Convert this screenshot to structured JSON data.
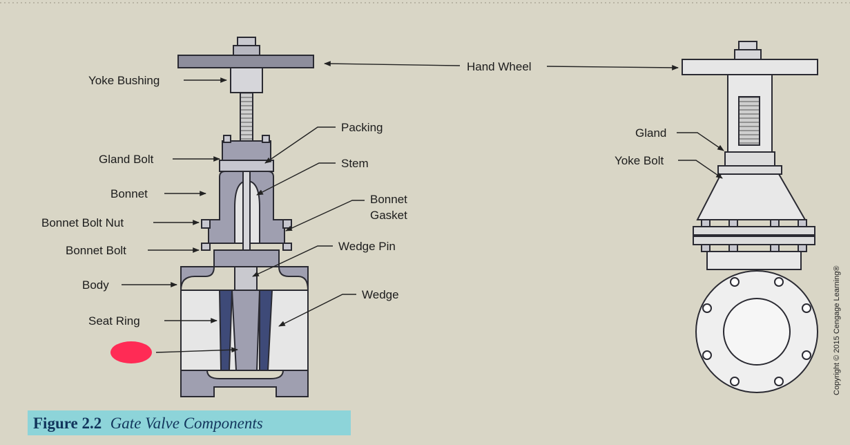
{
  "figure": {
    "number": "Figure 2.2",
    "title": "Gate Valve Components",
    "copyright": "Copyright © 2015 Cengage Learning®"
  },
  "labels": {
    "hand_wheel": "Hand Wheel",
    "yoke_bushing": "Yoke Bushing",
    "packing": "Packing",
    "gland_bolt": "Gland Bolt",
    "stem": "Stem",
    "bonnet": "Bonnet",
    "bonnet_gasket_1": "Bonnet",
    "bonnet_gasket_2": "Gasket",
    "bonnet_bolt_nut": "Bonnet Bolt Nut",
    "bonnet_bolt": "Bonnet Bolt",
    "wedge_pin": "Wedge Pin",
    "body": "Body",
    "wedge": "Wedge",
    "seat_ring": "Seat Ring",
    "gland": "Gland",
    "yoke_bolt": "Yoke Bolt"
  },
  "colors": {
    "metal_fill": "#9f9fb0",
    "seat_fill": "#3e4a78",
    "outline": "#2a2a32",
    "caption_highlight": "#7fd3dc",
    "caption_text": "#12355c",
    "redaction": "#ff2b55"
  }
}
